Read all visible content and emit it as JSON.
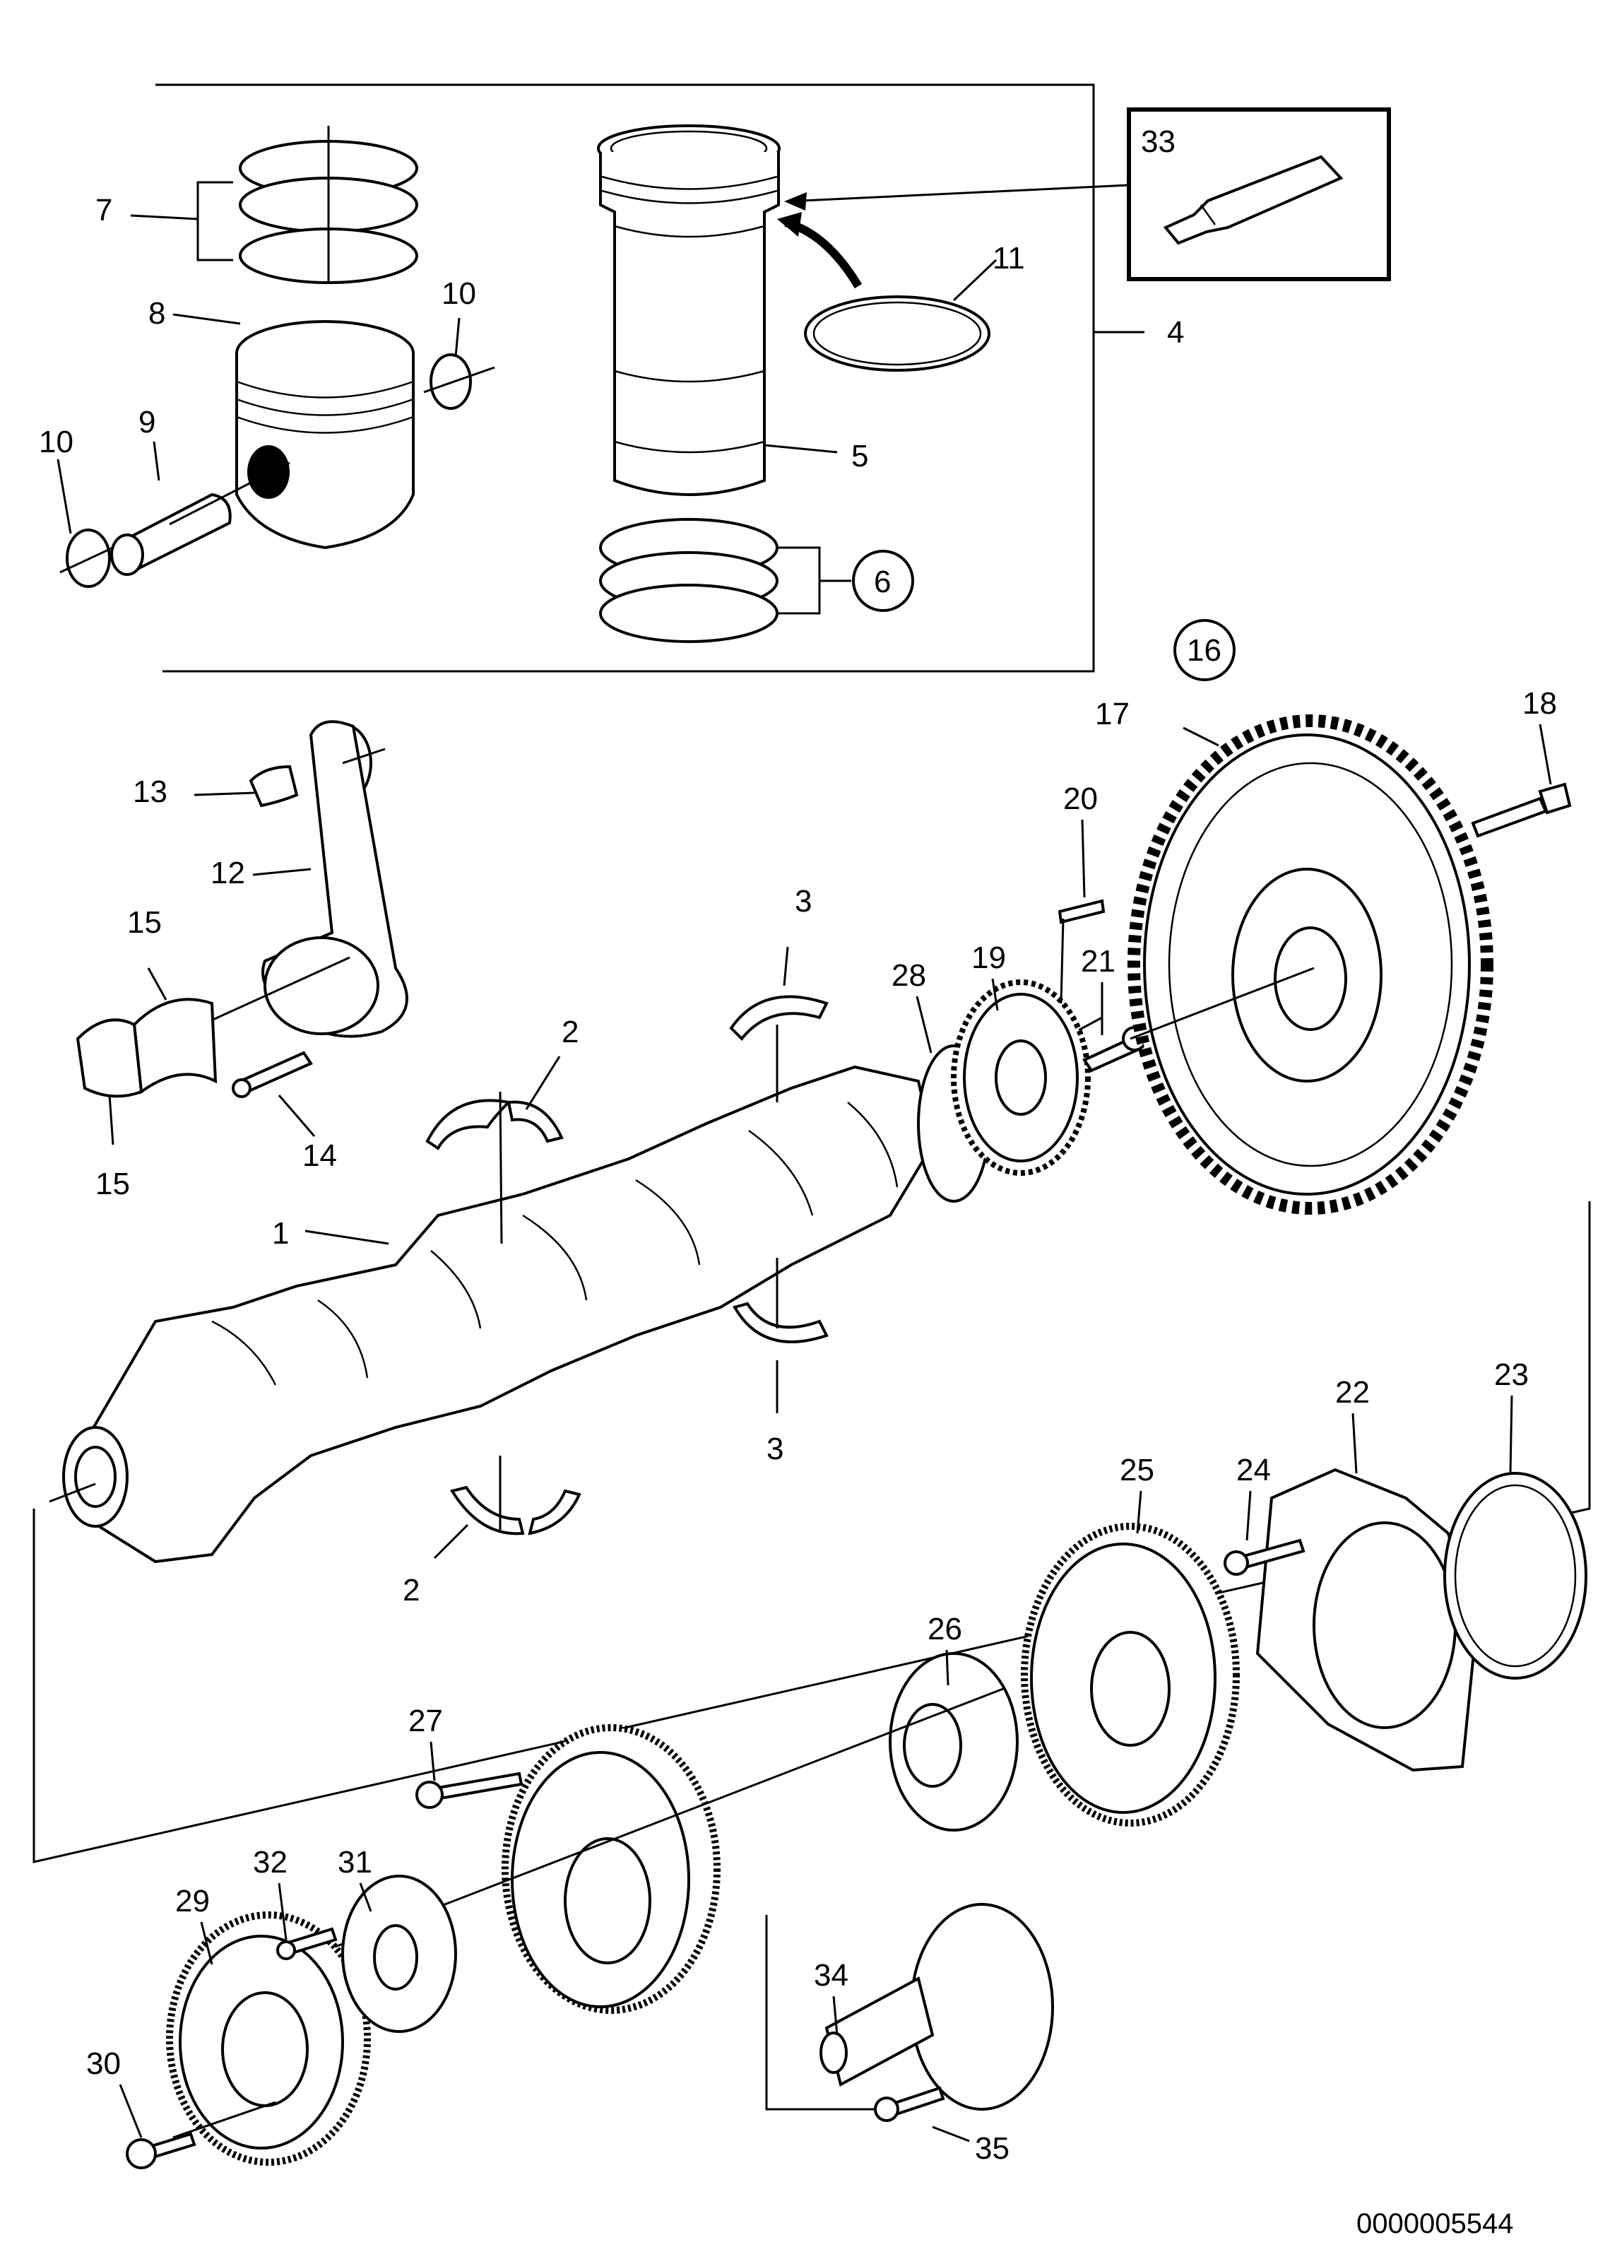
{
  "diagram": {
    "reference_number": "0000005544",
    "labels": {
      "p1": "1",
      "p2a": "2",
      "p2b": "2",
      "p3a": "3",
      "p3b": "3",
      "p4": "4",
      "p5": "5",
      "p6": "6",
      "p7": "7",
      "p8": "8",
      "p9": "9",
      "p10a": "10",
      "p10b": "10",
      "p11": "11",
      "p12": "12",
      "p13": "13",
      "p14": "14",
      "p15a": "15",
      "p15b": "15",
      "p16": "16",
      "p17": "17",
      "p18": "18",
      "p19": "19",
      "p20": "20",
      "p21": "21",
      "p22": "22",
      "p23": "23",
      "p24": "24",
      "p25": "25",
      "p26": "26",
      "p27": "27",
      "p28": "28",
      "p29": "29",
      "p30": "30",
      "p31": "31",
      "p32": "32",
      "p33": "33",
      "p34": "34",
      "p35": "35"
    }
  }
}
